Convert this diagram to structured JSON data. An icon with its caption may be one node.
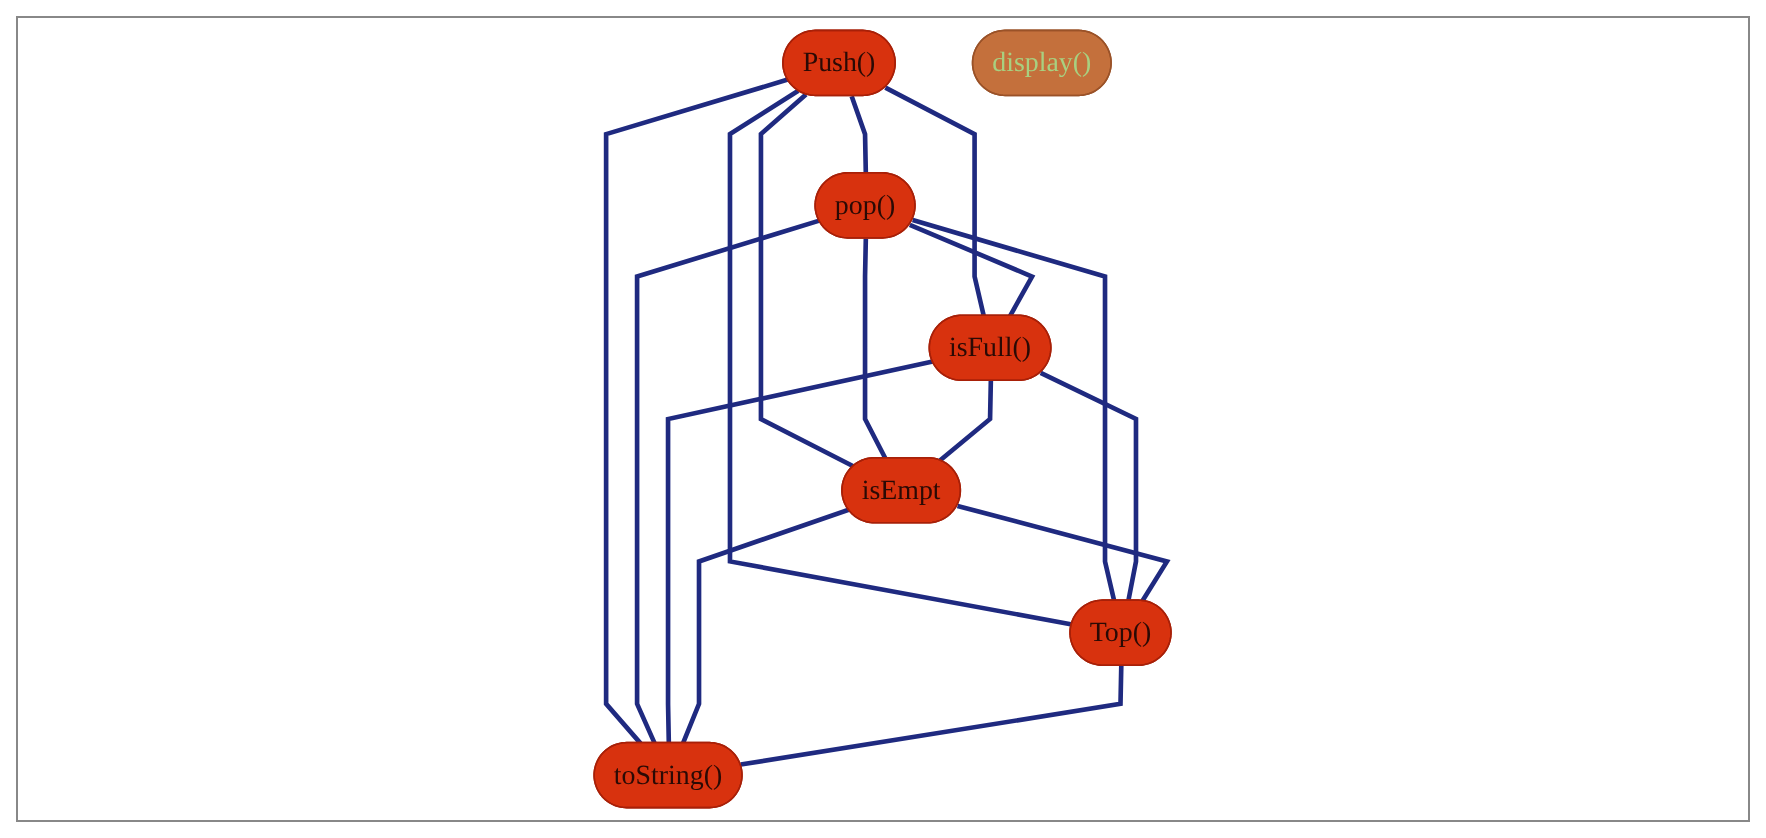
{
  "diagram": {
    "nodes": [
      {
        "text": [
          "Push()"
        ]
      },
      {
        "text": [
          "pop()"
        ]
      },
      {
        "text": [
          "isFull()"
        ]
      },
      {
        "text": [
          "isEmpt"
        ]
      },
      {
        "text": [
          "display()"
        ]
      },
      {
        "text": [
          "Top()"
        ]
      },
      {
        "text": [
          "toString()"
        ]
      }
    ],
    "edges": [
      {
        "from": 0,
        "to": 1,
        "arrow": "none"
      },
      {
        "from": 0,
        "to": 2,
        "arrow": "none"
      },
      {
        "from": 0,
        "to": 6,
        "arrow": "none"
      },
      {
        "from": 0,
        "to": 5,
        "arrow": "none"
      },
      {
        "from": 0,
        "to": 3,
        "arrow": "none"
      },
      {
        "from": 1,
        "to": 2,
        "arrow": "none"
      },
      {
        "from": 1,
        "to": 6,
        "arrow": "none"
      },
      {
        "from": 1,
        "to": 5,
        "arrow": "none"
      },
      {
        "from": 1,
        "to": 3,
        "arrow": "none"
      },
      {
        "from": 2,
        "to": 3,
        "arrow": "none"
      },
      {
        "from": 2,
        "to": 5,
        "arrow": "none"
      },
      {
        "from": 2,
        "to": 6,
        "arrow": "none"
      },
      {
        "from": 3,
        "to": 6,
        "arrow": "none"
      },
      {
        "from": 3,
        "to": 5,
        "arrow": "none"
      },
      {
        "from": 5,
        "to": 6,
        "arrow": "none"
      }
    ]
  }
}
